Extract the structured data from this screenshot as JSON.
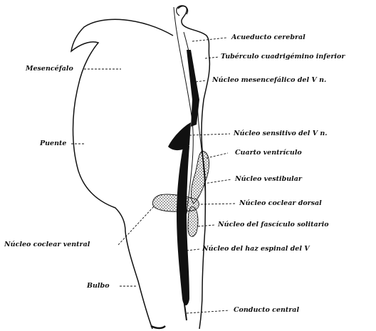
{
  "labels": {
    "acueducto": "Acueducto cerebral",
    "tuberculo": "Tubérculo cuadrigémino inferior",
    "mesencefalico": "Núcleo mesencefálico del V n.",
    "sensitivo": "Núcleo sensitivo del V n.",
    "cuarto": "Cuarto ventrículo",
    "vestibular": "Núcleo vestibular",
    "coclear_dorsal": "Núcleo coclear dorsal",
    "fasciculo": "Núcleo del fascículo solitario",
    "haz_espinal": "Núcleo del haz espinal del V",
    "conducto": "Conducto central",
    "mesencefalo": "Mesencéfalo",
    "puente": "Puente",
    "coclear_ventral": "Núcleo coclear ventral",
    "bulbo": "Bulbo"
  },
  "colors": {
    "ink": "#111111",
    "paper": "#ffffff"
  }
}
